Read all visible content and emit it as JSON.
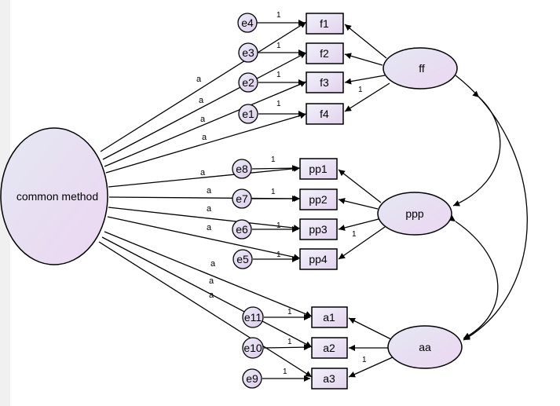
{
  "common_method": {
    "label": "common method"
  },
  "latents": {
    "ff": "ff",
    "ppp": "ppp",
    "aa": "aa"
  },
  "indicators": {
    "f1": "f1",
    "f2": "f2",
    "f3": "f3",
    "f4": "f4",
    "pp1": "pp1",
    "pp2": "pp2",
    "pp3": "pp3",
    "pp4": "pp4",
    "a1": "a1",
    "a2": "a2",
    "a3": "a3"
  },
  "errors": {
    "e1": "e1",
    "e2": "e2",
    "e3": "e3",
    "e4": "e4",
    "e5": "e5",
    "e6": "e6",
    "e7": "e7",
    "e8": "e8",
    "e9": "e9",
    "e10": "e10",
    "e11": "e11"
  },
  "path_labels": {
    "method_loading": "a",
    "fixed_loading": "1"
  }
}
